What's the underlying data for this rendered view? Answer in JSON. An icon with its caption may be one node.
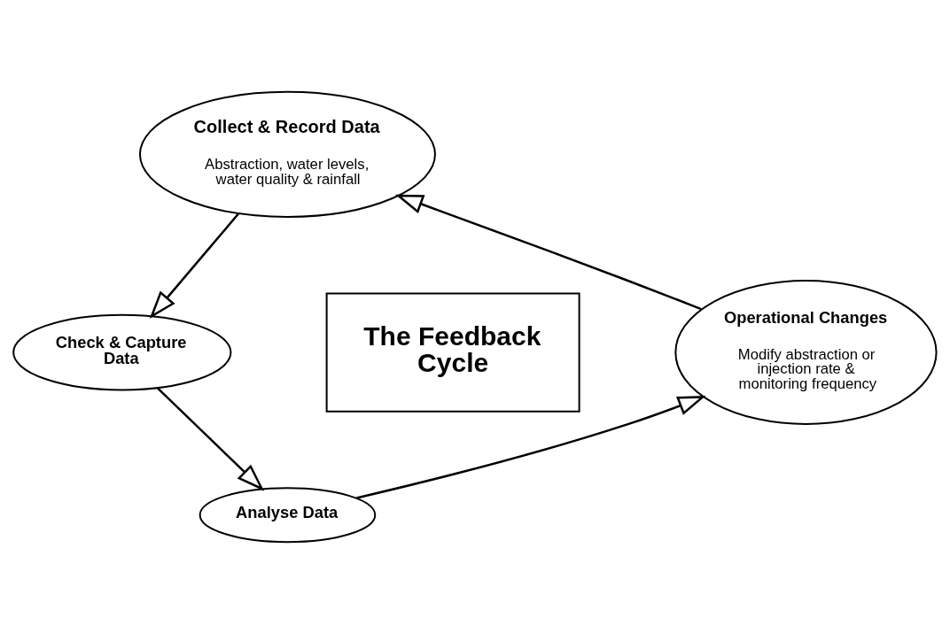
{
  "diagram": {
    "nodes": [
      {
        "text": [
          "Collect & Record Data",
          "Abstraction, water levels, water quality & rainfall"
        ]
      },
      {
        "text": [
          "Check & Capture Data"
        ]
      },
      {
        "text": [
          "Analyse Data"
        ]
      },
      {
        "text": [
          "Operational Changes",
          "Modify abstraction or injection rate & monitoring frequency"
        ]
      },
      {
        "text": [
          "The Feedback Cycle"
        ]
      }
    ],
    "edges": [
      {
        "from": 0,
        "to": 1,
        "arrow": "to"
      },
      {
        "from": 1,
        "to": 2,
        "arrow": "to"
      },
      {
        "from": 2,
        "to": 3,
        "arrow": "to"
      },
      {
        "from": 3,
        "to": 0,
        "arrow": "to"
      }
    ]
  }
}
